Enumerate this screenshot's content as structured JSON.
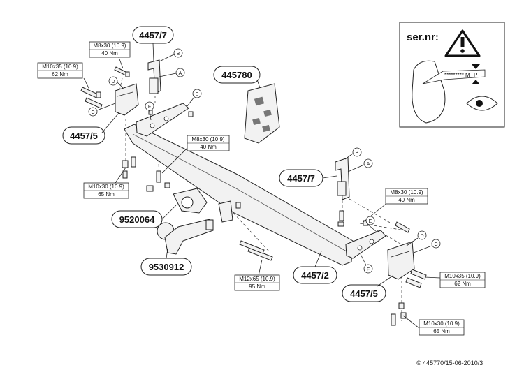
{
  "parts": {
    "bracket_left_top": "4457/7",
    "bracket_left_side": "4457/5",
    "electric_kit": "445780",
    "bracket_right_top": "4457/7",
    "clamp": "9520064",
    "ball": "9530912",
    "crossbar": "4457/2",
    "bracket_right_side": "4457/5"
  },
  "specs": {
    "s1": {
      "bolt": "M8x30 (10.9)",
      "torque": "40 Nm"
    },
    "s2": {
      "bolt": "M10x35 (10.9)",
      "torque": "62 Nm"
    },
    "s3": {
      "bolt": "M8x30 (10.9)",
      "torque": "40 Nm"
    },
    "s4": {
      "bolt": "M10x30 (10.9)",
      "torque": "65 Nm"
    },
    "s5": {
      "bolt": "M8x30 (10.9)",
      "torque": "40 Nm"
    },
    "s6": {
      "bolt": "M12x65 (10.9)",
      "torque": "95 Nm"
    },
    "s7": {
      "bolt": "M10x35 (10.9)",
      "torque": "62 Nm"
    },
    "s8": {
      "bolt": "M10x30 (10.9)",
      "torque": "65 Nm"
    }
  },
  "callouts": {
    "a1": "A",
    "b1": "B",
    "c1": "C",
    "d1": "D",
    "e1": "E",
    "f1": "F",
    "a2": "A",
    "b2": "B",
    "c2": "C",
    "d2": "D",
    "e2": "E",
    "f2": "F"
  },
  "serial_box": {
    "label": "ser.nr:",
    "stars": "*********",
    "m": "M",
    "p": "P"
  },
  "footer": "© 445770/15-06-2010/3"
}
